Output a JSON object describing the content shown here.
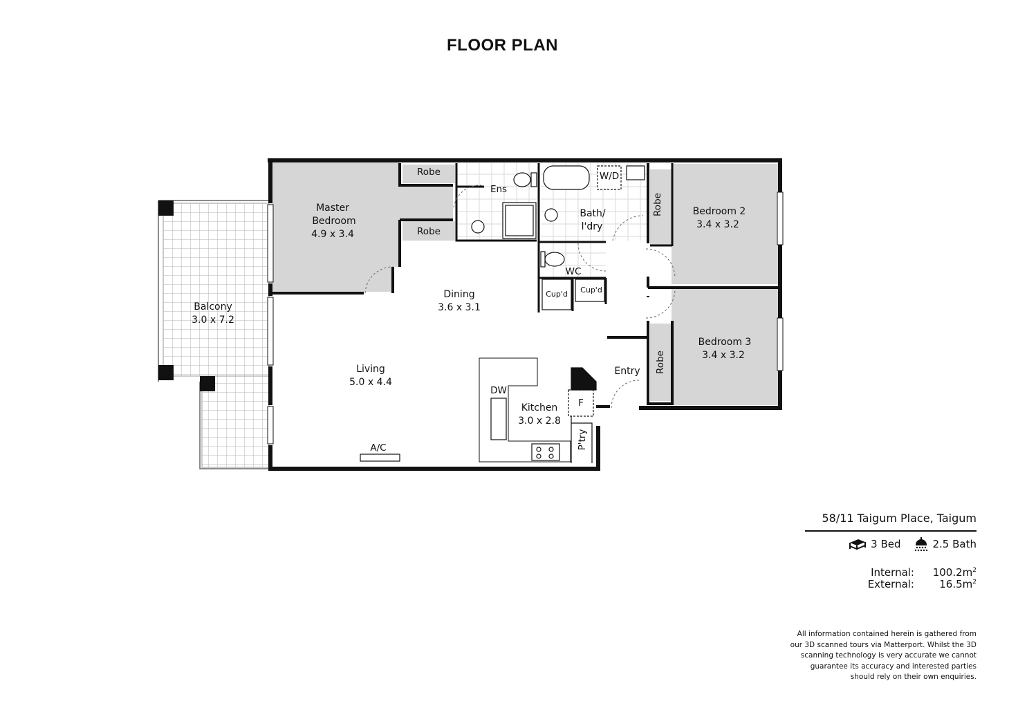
{
  "title": "FLOOR PLAN",
  "rooms": {
    "master_bedroom": {
      "name_line1": "Master",
      "name_line2": "Bedroom",
      "size": "4.9 x 3.4"
    },
    "balcony": {
      "name": "Balcony",
      "size": "3.0 x 7.2"
    },
    "dining": {
      "name": "Dining",
      "size": "3.6 x 3.1"
    },
    "living": {
      "name": "Living",
      "size": "5.0 x 4.4"
    },
    "kitchen": {
      "name": "Kitchen",
      "size": "3.0 x 2.8"
    },
    "bedroom2": {
      "name": "Bedroom 2",
      "size": "3.4 x 3.2"
    },
    "bedroom3": {
      "name": "Bedroom 3",
      "size": "3.4 x 3.2"
    },
    "bath": {
      "name_line1": "Bath/",
      "name_line2": "l'dry"
    }
  },
  "labels": {
    "robe_top": "Robe",
    "robe_bottom": "Robe",
    "ens": "Ens",
    "wd": "W/D",
    "robe_b2": "Robe",
    "robe_b3": "Robe",
    "wc": "WC",
    "cupd1": "Cup'd",
    "cupd2": "Cup'd",
    "entry": "Entry",
    "dw": "DW",
    "fridge": "F",
    "pantry": "P'try",
    "ac": "A/C"
  },
  "listing": {
    "address": "58/11 Taigum Place, Taigum",
    "beds": "3 Bed",
    "baths": "2.5 Bath",
    "internal_label": "Internal:",
    "internal_value": "100.2m",
    "external_label": "External:",
    "external_value": "16.5m",
    "unit_sup": "2"
  },
  "disclaimer": {
    "line1": "All information contained herein is gathered from",
    "line2": "our 3D scanned tours via Matterport. Whilst the 3D",
    "line3": "scanning technology is very accurate we cannot",
    "line4": "guarantee its accuracy and interested parties",
    "line5": "should rely on their own enquiries."
  },
  "colors": {
    "room_fill": "#d6d6d6",
    "wall": "#111111",
    "grid": "#b5b5b5"
  },
  "icons": [
    "bed-icon",
    "shower-icon"
  ]
}
